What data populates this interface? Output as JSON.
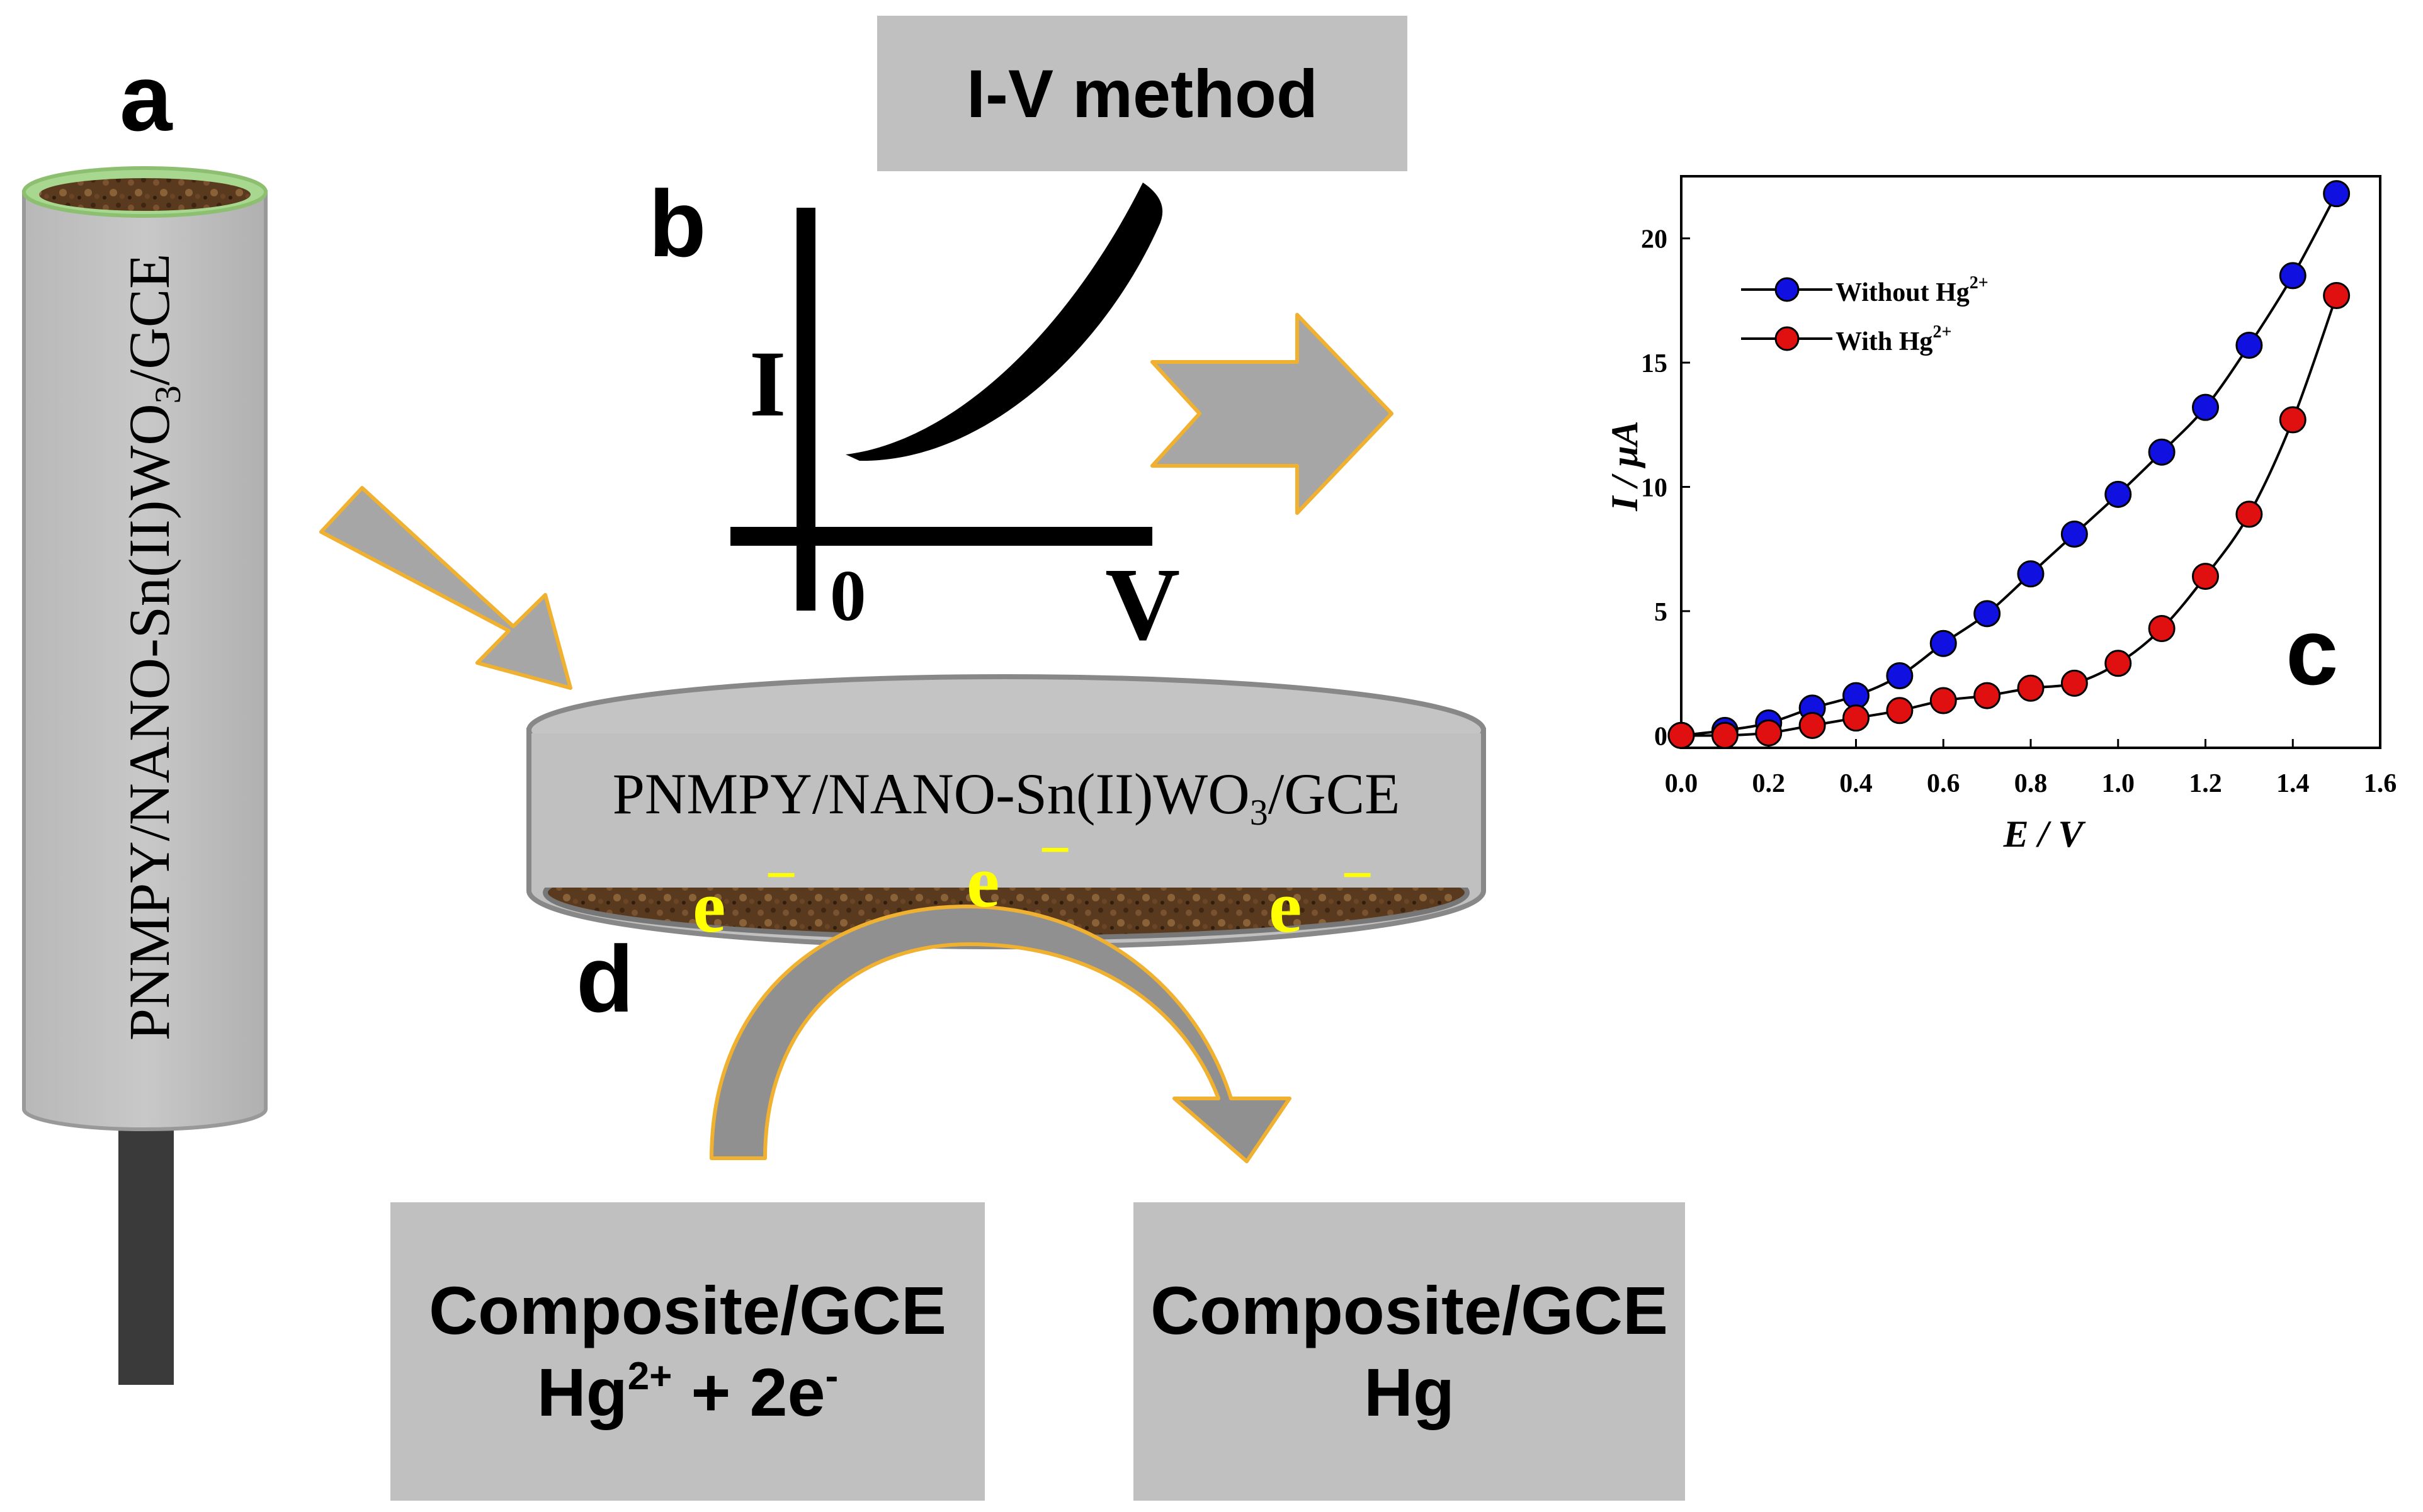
{
  "labels": {
    "a": "a",
    "b": "b",
    "c": "c",
    "d": "d"
  },
  "electrode_vertical": {
    "text_main": "PNMPY/NANO-Sn(II)WO",
    "sub": "3",
    "text_end": "/GCE"
  },
  "iv_method": {
    "label": "I-V method"
  },
  "iv_sketch": {
    "y_label": "I",
    "x_label": "V",
    "origin_label": "0"
  },
  "electrode_disk": {
    "text_main": "PNMPY/NANO-Sn(II)WO",
    "sub": "3",
    "text_end": "/GCE"
  },
  "electrons": {
    "symbol": "e",
    "charge": "−"
  },
  "boxes": {
    "left": {
      "line1": "Composite/GCE",
      "line2_main": "Hg",
      "line2_sup": "2+",
      "line2_mid": " + 2e",
      "line2_sup2": "-"
    },
    "right": {
      "line1": "Composite/GCE",
      "line2": "Hg"
    }
  },
  "colors": {
    "electrode_gray": "#c0c0c0",
    "arrow_gray": "#a6a6a6",
    "arrow_outline": "#f0b030",
    "blue": "#1010e0",
    "red": "#e01010",
    "electron_yellow": "#ffff00",
    "rim_green": "#a8d890",
    "composite_brown": "#5a3a1e"
  },
  "chart_data": {
    "type": "line",
    "xlabel": "E / V",
    "ylabel": "I / μA",
    "xlim": [
      0.0,
      1.6
    ],
    "ylim": [
      -0.5,
      22.5
    ],
    "xticks": [
      "0.0",
      "0.2",
      "0.4",
      "0.6",
      "0.8",
      "1.0",
      "1.2",
      "1.4",
      "1.6"
    ],
    "yticks": [
      "0",
      "5",
      "10",
      "15",
      "20"
    ],
    "legend_position": "top-left",
    "x": [
      0.0,
      0.1,
      0.2,
      0.3,
      0.4,
      0.5,
      0.6,
      0.7,
      0.8,
      0.9,
      1.0,
      1.1,
      1.2,
      1.3,
      1.4,
      1.5
    ],
    "series": [
      {
        "name": "Without Hg",
        "name_sup": "2+",
        "color": "#1010e0",
        "values": [
          0.0,
          0.2,
          0.5,
          1.1,
          1.6,
          2.4,
          3.7,
          4.9,
          6.5,
          8.1,
          9.7,
          11.4,
          13.2,
          15.7,
          18.5,
          21.8
        ]
      },
      {
        "name": "With Hg",
        "name_sup": "2+",
        "color": "#e01010",
        "values": [
          0.0,
          0.0,
          0.1,
          0.4,
          0.7,
          1.0,
          1.4,
          1.6,
          1.9,
          2.1,
          2.9,
          4.3,
          6.4,
          8.9,
          12.7,
          17.7
        ]
      }
    ]
  }
}
